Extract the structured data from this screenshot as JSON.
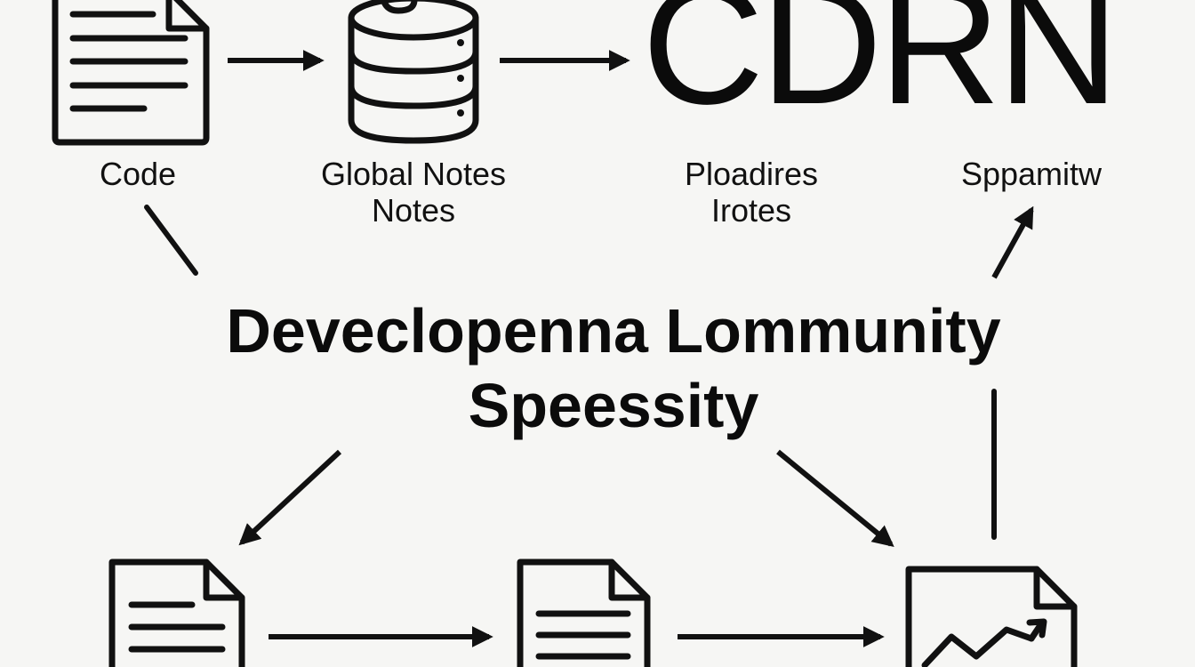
{
  "top_row": {
    "logo_text": "CDRN",
    "nodes": [
      {
        "lines": [
          "Code"
        ]
      },
      {
        "lines": [
          "Global Notes",
          "Notes"
        ]
      },
      {
        "lines": [
          "Ploadires",
          "Irotes"
        ]
      },
      {
        "lines": [
          "Sppamitw"
        ]
      }
    ]
  },
  "center_title": {
    "line1": "Deveclopenna Lommunity",
    "line2": "Speessity"
  },
  "icons": {
    "code": "document-icon",
    "global_notes": "database-icon",
    "bottom_left": "document-icon",
    "bottom_middle": "document-icon",
    "bottom_right": "chart-document-icon"
  },
  "colors": {
    "ink": "#111111",
    "background": "#f6f6f4"
  }
}
